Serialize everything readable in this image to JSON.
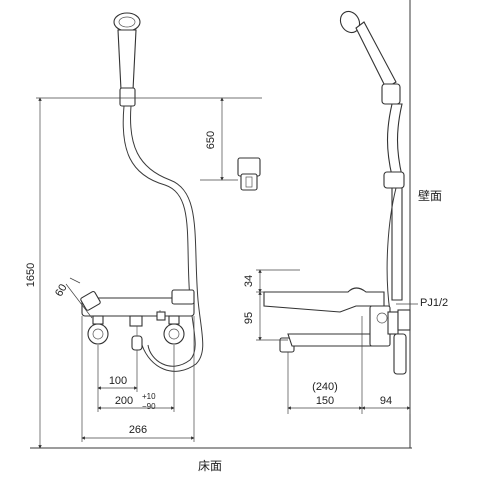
{
  "labels": {
    "wall": "壁面",
    "floor": "床面",
    "pipe_spec": "PJ1/2"
  },
  "dimensions": {
    "total_height": "1650",
    "hook_height": "650",
    "valve_angle": "60",
    "upper_offset": "34",
    "lower_offset": "95",
    "center_distance": "100",
    "pitch": "200",
    "pitch_tol_plus": "+10",
    "pitch_tol_minus": "−90",
    "overall_width": "266",
    "spout_length_alt": "(240)",
    "spout_length": "150",
    "wall_projection": "94"
  }
}
